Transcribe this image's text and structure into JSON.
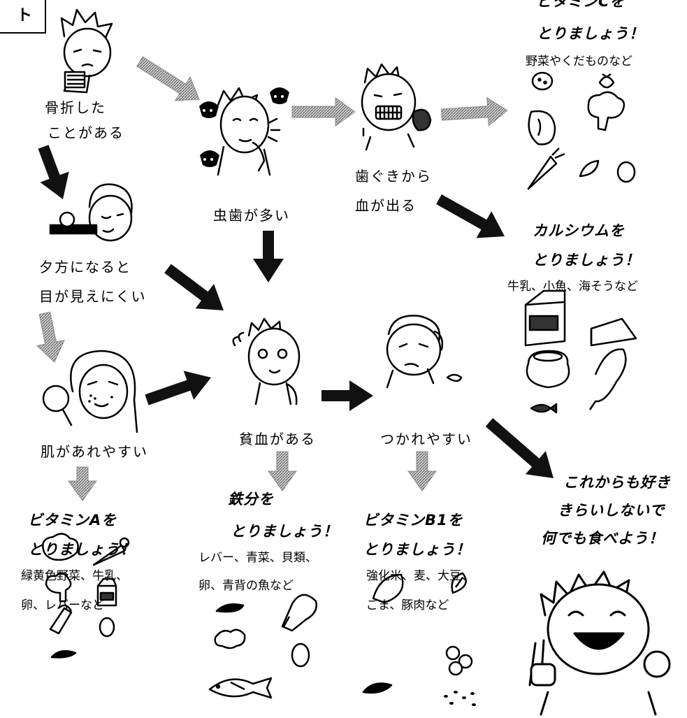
{
  "corner_tab": {
    "glyph_1": "ー",
    "glyph_2": "ト"
  },
  "symptoms": {
    "fracture": [
      "骨折した",
      "ことがある"
    ],
    "cavities": "虫歯が多い",
    "gums": [
      "歯ぐきから",
      "血が出る"
    ],
    "night_vision": [
      "夕方になると",
      "目が見えにくい"
    ],
    "skin": "肌があれやすい",
    "anemia": "貧血がある",
    "tired": "つかれやすい"
  },
  "nutrients": {
    "vitamin_c": {
      "title": "ビタミンCを",
      "action": "とりましょう！",
      "foods": [
        "野菜やくだものなど"
      ]
    },
    "calcium": {
      "title": "カルシウムを",
      "action": "とりましょう！",
      "foods": [
        "牛乳、小魚、海そうなど"
      ]
    },
    "vitamin_a": {
      "title": "ビタミンAを",
      "action": "とりましょう！",
      "foods": [
        "緑黄色野菜、牛乳、",
        "卵、レバーなど"
      ]
    },
    "iron": {
      "title": "鉄分を",
      "action": "とりましょう！",
      "foods": [
        "レバー、青菜、貝類、",
        "卵、青背の魚など"
      ]
    },
    "vitamin_b1": {
      "title": "ビタミンB1を",
      "action": "とりましょう！",
      "foods": [
        "強化米、麦、大豆、",
        "ごま、豚肉など"
      ]
    }
  },
  "closing_message": [
    "これからも好き",
    "きらいしないで",
    "何でも食べよう！"
  ],
  "arrow_colors": {
    "primary": "#111111",
    "secondary": "#8a8a8a"
  }
}
